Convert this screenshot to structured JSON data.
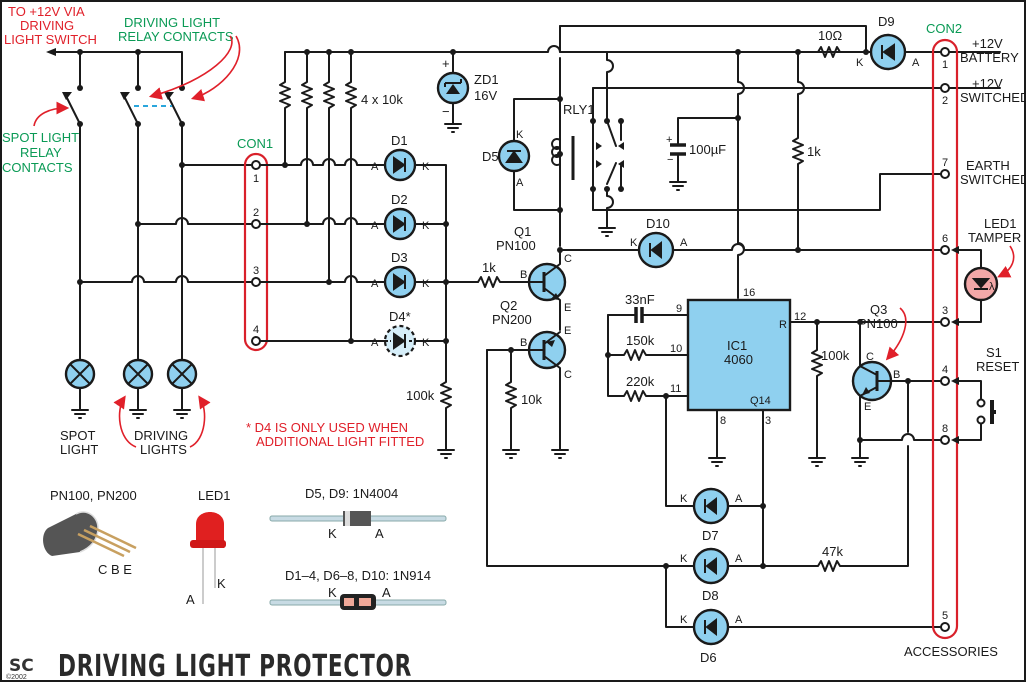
{
  "title": "DRIVING LIGHT PROTECTOR",
  "logo": {
    "mark": "SC",
    "copyright": "©2002"
  },
  "colors": {
    "component_fill": "#8fd0ef",
    "connector_outline": "#d9202a",
    "label_green": "#0a9a55",
    "label_red": "#e0202a",
    "led_fill": "#f2a8a8"
  },
  "annotations": {
    "to_switch": [
      "TO +12V VIA",
      "DRIVING",
      "LIGHT SWITCH"
    ],
    "driving_relay": [
      "DRIVING LIGHT",
      "RELAY CONTACTS"
    ],
    "spot_relay": [
      "SPOT LIGHT",
      "RELAY",
      "CONTACTS"
    ],
    "d4_note": [
      "* D4 IS ONLY USED WHEN",
      "ADDITIONAL LIGHT FITTED"
    ],
    "spot_light": [
      "SPOT",
      "LIGHT"
    ],
    "driving_lights": [
      "DRIVING",
      "LIGHTS"
    ]
  },
  "con1": {
    "label": "CON1",
    "pins": [
      "1",
      "2",
      "3",
      "4"
    ]
  },
  "con2": {
    "label": "CON2",
    "pins": [
      {
        "num": "1",
        "label": [
          "+12V",
          "BATTERY"
        ]
      },
      {
        "num": "2",
        "label": [
          "+12V",
          "SWITCHED"
        ]
      },
      {
        "num": "7",
        "label": [
          "EARTH",
          "SWITCHED"
        ]
      },
      {
        "num": "6",
        "label": []
      },
      {
        "num": "3",
        "label": []
      },
      {
        "num": "4",
        "label": []
      },
      {
        "num": "8",
        "label": []
      },
      {
        "num": "5",
        "label": [
          "ACCESSORIES"
        ]
      }
    ]
  },
  "components": {
    "pullups": "4 x 10k",
    "zd1": {
      "ref": "ZD1",
      "value": "16V"
    },
    "d1": "D1",
    "d2": "D2",
    "d3": "D3",
    "d4": "D4*",
    "d5": "D5",
    "d6": "D6",
    "d7": "D7",
    "d8": "D8",
    "d9": "D9",
    "d10": "D10",
    "rly1": "RLY1",
    "c_100u": "100µF",
    "r_10ohm": "10Ω",
    "r_1k_top": "1k",
    "r_1k_base": "1k",
    "r_10k": "10k",
    "r_100k_left": "100k",
    "r_100k_right": "100k",
    "r_150k": "150k",
    "r_220k": "220k",
    "r_47k": "47k",
    "c_33n": "33nF",
    "q1": {
      "ref": "Q1",
      "type": "PN100"
    },
    "q2": {
      "ref": "Q2",
      "type": "PN200"
    },
    "q3": {
      "ref": "Q3",
      "type": "PN100"
    },
    "ic1": {
      "ref": "IC1",
      "type": "4060",
      "pins": {
        "p16": "16",
        "p9": "9",
        "p10": "10",
        "p11": "11",
        "p12": "12",
        "p8": "8",
        "p3": "3",
        "r": "R",
        "q14": "Q14"
      }
    },
    "led1": [
      "LED1",
      "TAMPER"
    ],
    "s1": [
      "S1",
      "RESET"
    ],
    "pin_a": "A",
    "pin_k": "K",
    "pin_b": "B",
    "pin_c": "C",
    "pin_e": "E",
    "plus": "+",
    "minus": "−"
  },
  "legend": {
    "transistor": {
      "label": "PN100, PN200",
      "pins": "C  B  E"
    },
    "led": {
      "label": "LED1",
      "a": "A",
      "k": "K"
    },
    "power_diode": {
      "label": "D5, D9:  1N4004",
      "k": "K",
      "a": "A"
    },
    "signal_diode": {
      "label": "D1–4, D6–8, D10: 1N914",
      "k": "K",
      "a": "A"
    }
  }
}
